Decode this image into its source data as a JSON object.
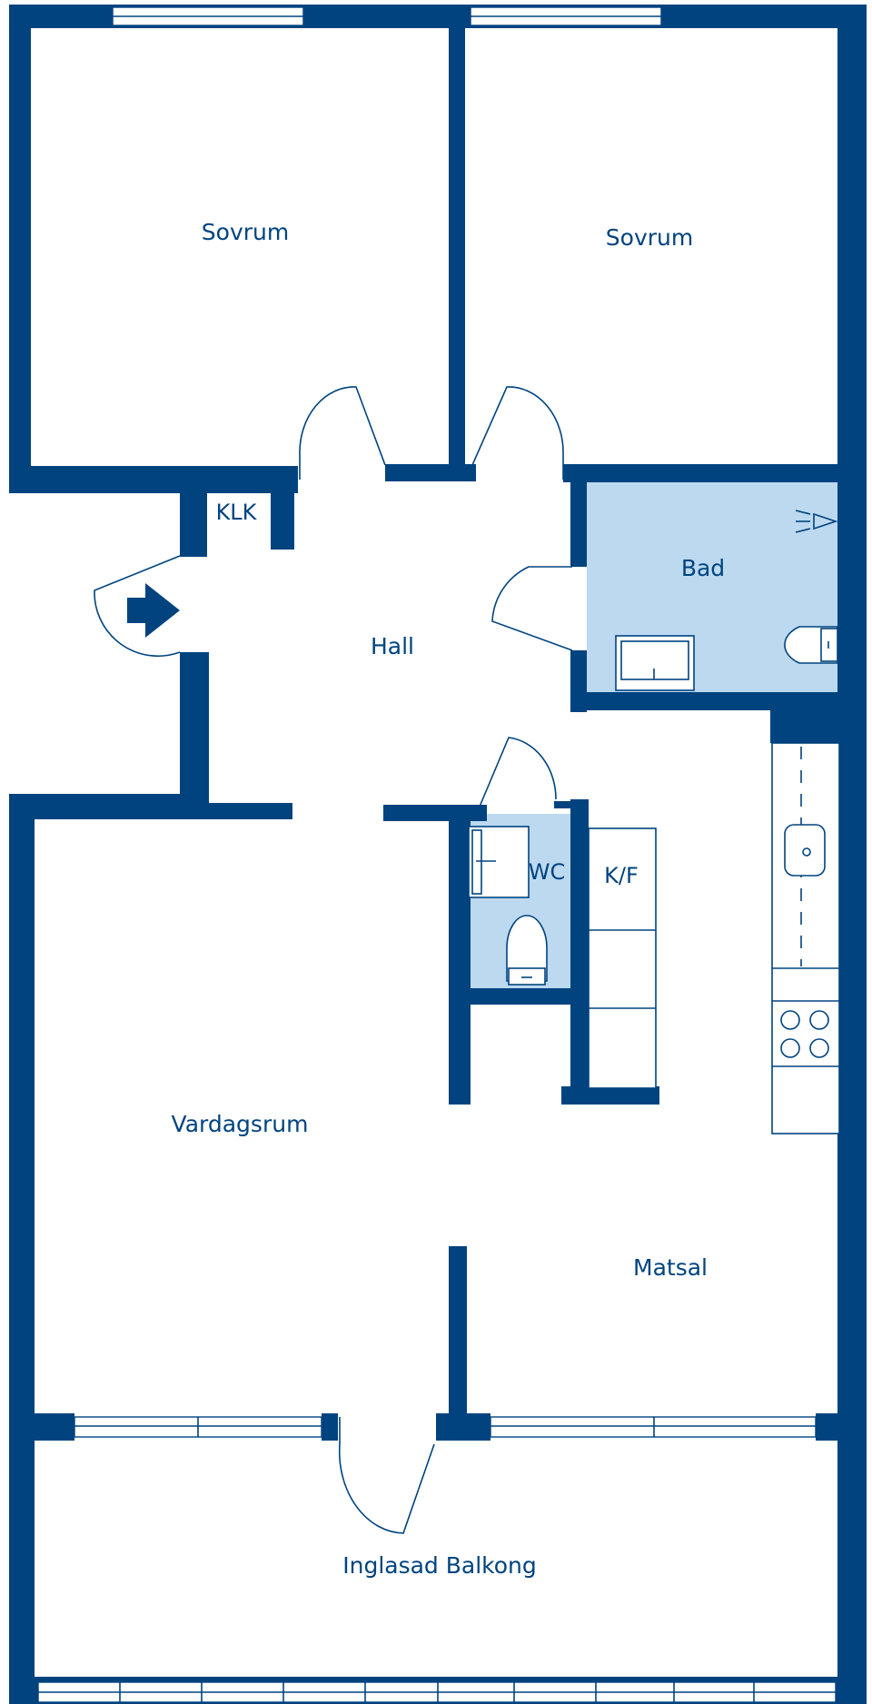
{
  "plan": {
    "colors": {
      "wall": "#00437f",
      "wet_area": "#bcd9f0",
      "background": "#ffffff"
    },
    "rooms": {
      "sovrum_1": "Sovrum",
      "sovrum_2": "Sovrum",
      "klk": "KLK",
      "hall": "Hall",
      "bad": "Bad",
      "wc": "WC",
      "kf": "K/F",
      "vardagsrum": "Vardagsrum",
      "matsal": "Matsal",
      "balkong": "Inglasad Balkong"
    },
    "icons": {
      "entrance": "entrance-arrow-icon",
      "shower": "shower-icon",
      "toilet": "toilet-icon",
      "sink": "sink-icon",
      "stove": "stove-icon",
      "light": "light-fixture-icon"
    }
  }
}
